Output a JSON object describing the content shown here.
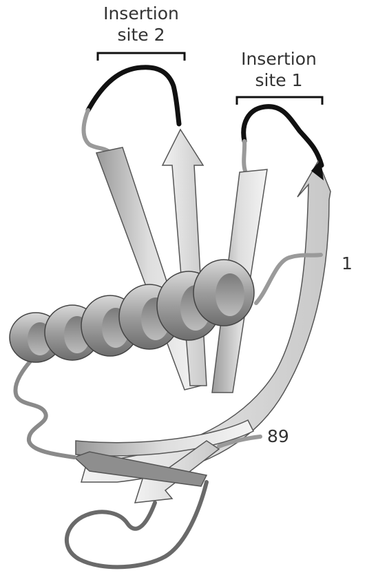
{
  "labels": {
    "insertion_site_2": {
      "line1": "Insertion",
      "line2": "site 2"
    },
    "insertion_site_1": {
      "line1": "Insertion",
      "line2": "site 1"
    },
    "n_terminus": "1",
    "c_terminus": "89"
  },
  "colors": {
    "ribbon_light": "#e6e6e6",
    "ribbon_mid": "#bdbdbd",
    "ribbon_dark": "#8c8c8c",
    "outline": "#4a4a4a",
    "insertion_loop": "#111111"
  }
}
